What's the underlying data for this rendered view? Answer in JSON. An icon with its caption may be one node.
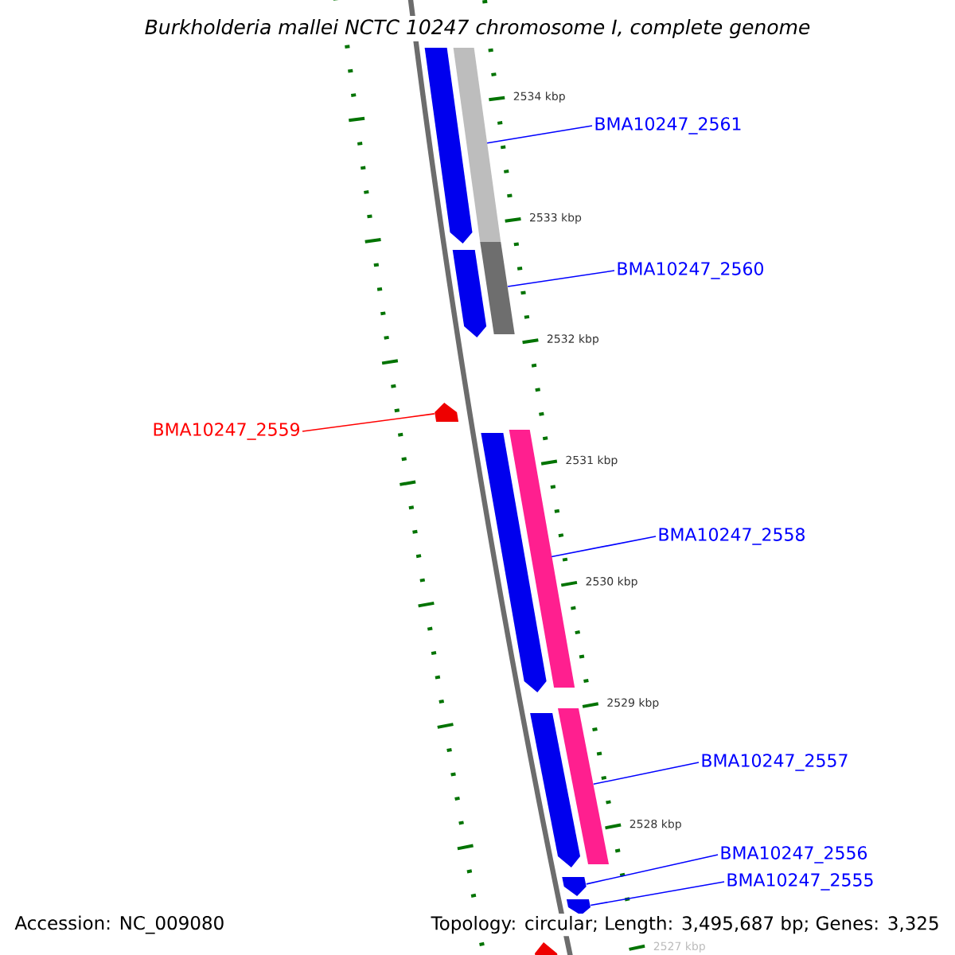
{
  "diagram": {
    "title": "Burkholderia mallei NCTC 10247 chromosome I, complete genome",
    "nodes": [
      {
        "text": [
          "BMA10247_2561"
        ]
      },
      {
        "text": [],
        "shape": "bar"
      },
      {
        "text": [
          "BMA10247_2560"
        ]
      },
      {
        "text": [],
        "shape": "bar"
      },
      {
        "text": [
          "BMA10247_2559"
        ]
      },
      {
        "text": [],
        "shape": "arrow"
      },
      {
        "text": [
          "BMA10247_2558"
        ]
      },
      {
        "text": [],
        "shape": "bar"
      },
      {
        "text": [
          "BMA10247_2557"
        ]
      },
      {
        "text": [],
        "shape": "bar"
      },
      {
        "text": [
          "BMA10247_2556"
        ]
      },
      {
        "text": [],
        "shape": "arrow"
      },
      {
        "text": [
          "BMA10247_2555"
        ]
      },
      {
        "text": [],
        "shape": "arrow"
      },
      {
        "text": [],
        "shape": "arrow"
      },
      {
        "text": [],
        "shape": "arrow"
      },
      {
        "text": [],
        "shape": "arrow"
      },
      {
        "text": [],
        "shape": "arrow"
      },
      {
        "text": [],
        "shape": "arrow"
      }
    ],
    "edges": [
      {
        "from": 0,
        "to": 1,
        "arrow": "none"
      },
      {
        "from": 2,
        "to": 3,
        "arrow": "none"
      },
      {
        "from": 4,
        "to": 5,
        "arrow": "none",
        "color": "#ff0000"
      },
      {
        "from": 6,
        "to": 7,
        "arrow": "none"
      },
      {
        "from": 8,
        "to": 9,
        "arrow": "none"
      },
      {
        "from": 10,
        "to": 11,
        "arrow": "none"
      },
      {
        "from": 12,
        "to": 13,
        "arrow": "none"
      }
    ],
    "labels": [
      "2534 kbp",
      "2533 kbp",
      "2532 kbp",
      "2531 kbp",
      "2530 kbp",
      "2529 kbp",
      "2528 kbp",
      "2527 kbp",
      "Accession: NC_009080",
      "Topology: circular; Length: 3,495,687 bp; Genes: 3,325"
    ]
  }
}
